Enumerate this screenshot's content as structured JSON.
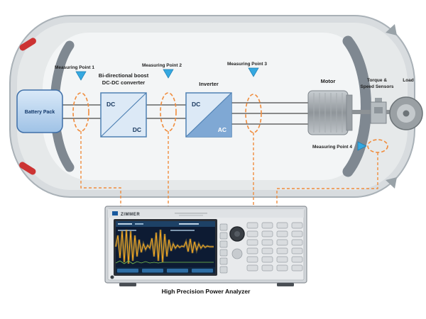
{
  "scene": {
    "labels": {
      "measuring_point_1": "Measuring Point 1",
      "measuring_point_2": "Measuring Point 2",
      "measuring_point_3": "Measuring Point 3",
      "measuring_point_4": "Measuring Point 4",
      "battery": "Battery Pack",
      "converter_line1": "Bi-directional boost",
      "converter_line2": "DC-DC converter",
      "converter_in": "DC",
      "converter_out": "DC",
      "inverter": "Inverter",
      "inverter_in": "DC",
      "inverter_out": "AC",
      "motor": "Motor",
      "sensors_line1": "Torque &",
      "sensors_line2": "Speed Sensors",
      "load": "Load",
      "analyzer_brand": "ZIMMER",
      "analyzer_caption": "High Precision Power Analyzer"
    },
    "colors": {
      "measuring_accent": "#f08c3c",
      "marker_blue": "#35a8e0",
      "component_fill": "#dce9f6",
      "component_border": "#4f81b3",
      "car_body": "#d8dcdf",
      "window_gray": "#7f8891",
      "taillight_red": "#cc3333",
      "screen_bg": "#0d1b33",
      "waveform_orange": "#f6a821"
    }
  }
}
